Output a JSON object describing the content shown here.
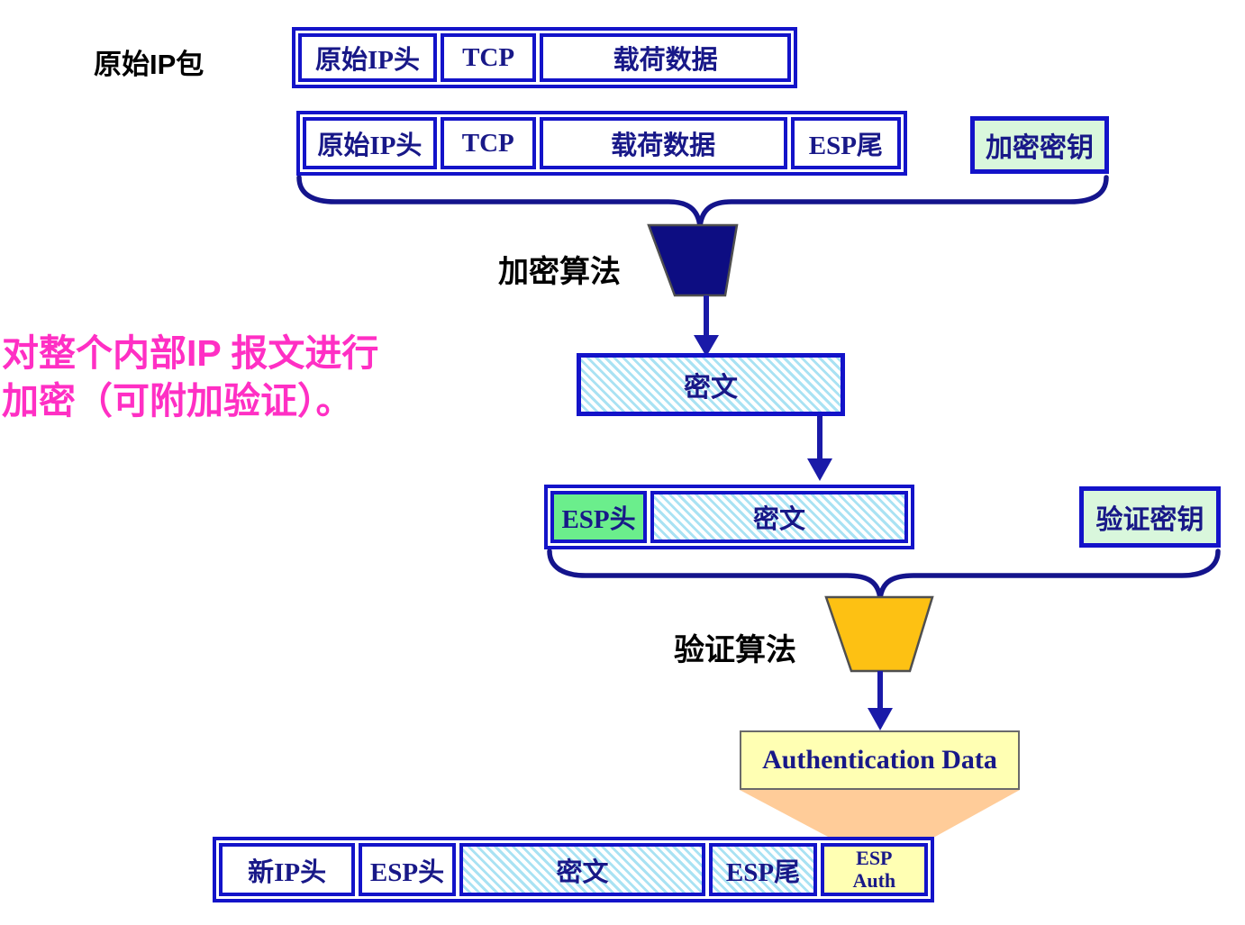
{
  "labels": {
    "original_packet": "原始IP包",
    "encrypt_algorithm": "加密算法",
    "verify_algorithm": "验证算法",
    "encrypt_key": "加密密钥",
    "verify_key": "验证密钥",
    "ciphertext": "密文",
    "auth_data": "Authentication Data"
  },
  "annotation": {
    "line1": "对整个内部IP 报文进行",
    "line2": "加密（可附加验证）。"
  },
  "rows": {
    "original": {
      "cells": [
        {
          "label": "原始IP头"
        },
        {
          "label": "TCP"
        },
        {
          "label": "载荷数据"
        }
      ]
    },
    "padded": {
      "cells": [
        {
          "label": "原始IP头"
        },
        {
          "label": "TCP"
        },
        {
          "label": "载荷数据"
        },
        {
          "label": "ESP尾"
        }
      ]
    },
    "encrypted": {
      "cells": [
        {
          "label": "ESP头"
        },
        {
          "label": "密文"
        }
      ]
    },
    "final": {
      "cells": [
        {
          "label": "新IP头"
        },
        {
          "label": "ESP头"
        },
        {
          "label": "密文"
        },
        {
          "label": "ESP尾"
        }
      ],
      "esp_auth": {
        "line1": "ESP",
        "line2": "Auth"
      }
    }
  },
  "colors": {
    "box_border_blue": "#1313c9",
    "cell_text_navy": "#181888",
    "hatch_cyan": "#a9e2f3",
    "bright_green": "#6bee8c",
    "pale_green": "#d9f7dc",
    "pale_yellow": "#ffffb3",
    "peach": "#ffcc99",
    "navy_funnel": "#0d0d82",
    "amber_funnel": "#fdc113",
    "arrow_blue": "#1a1aa8",
    "annotation_pink": "#ff2fc4"
  }
}
